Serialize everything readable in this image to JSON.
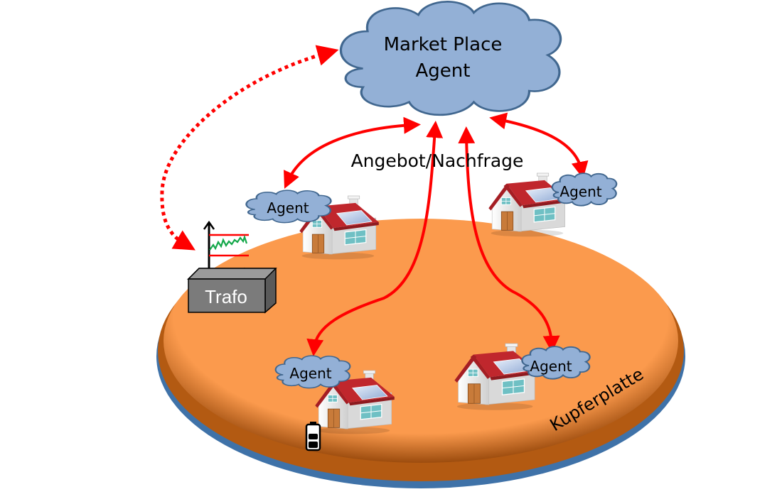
{
  "diagram": {
    "market_place": {
      "line1": "Market Place",
      "line2": "Agent"
    },
    "exchange_label": "Angebot/Nachfrage",
    "plate_label": "Kupferplatte",
    "trafo_label": "Trafo",
    "agents": [
      {
        "label": "Agent",
        "household": "top-left"
      },
      {
        "label": "Agent",
        "household": "top-right"
      },
      {
        "label": "Agent",
        "household": "bottom-left",
        "has_battery": true
      },
      {
        "label": "Agent",
        "household": "bottom-right"
      }
    ],
    "colors": {
      "cloud_fill": "#93b0d6",
      "cloud_stroke": "#41678f",
      "arrow": "#ff0000",
      "plate": "#fb9a4d",
      "plate_edge": "#b35a12",
      "plate_shadow": "#3f72a8",
      "trafo": "#7b7b7b",
      "signal": "#14a84a",
      "roof": "#c0272d"
    }
  }
}
